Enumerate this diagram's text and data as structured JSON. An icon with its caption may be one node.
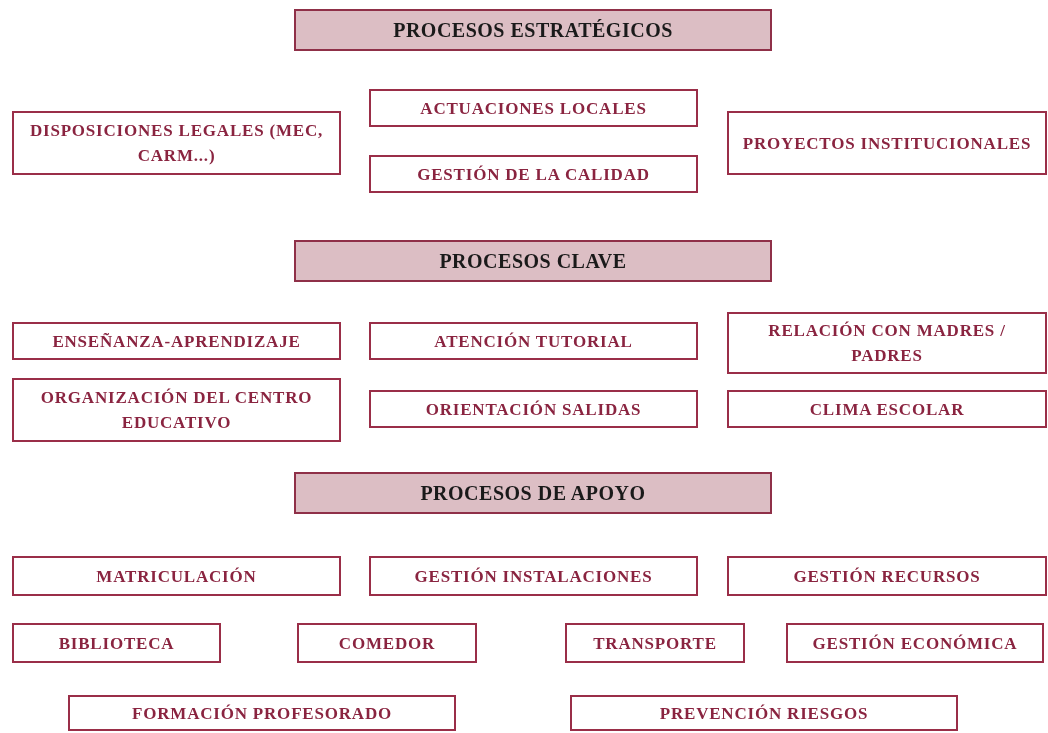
{
  "diagram": {
    "nodes": [
      {
        "text": [
          "PROCESOS ESTRATÉGICOS"
        ]
      },
      {
        "text": [
          "DISPOSICIONES LEGALES (MEC, CARM...)"
        ]
      },
      {
        "text": [
          "ACTUACIONES LOCALES"
        ]
      },
      {
        "text": [
          "GESTIÓN DE LA CALIDAD"
        ]
      },
      {
        "text": [
          "PROYECTOS INSTITUCIONALES"
        ]
      },
      {
        "text": [
          "PROCESOS CLAVE"
        ]
      },
      {
        "text": [
          "ENSEÑANZA-APRENDIZAJE"
        ]
      },
      {
        "text": [
          "ATENCIÓN TUTORIAL"
        ]
      },
      {
        "text": [
          "RELACIÓN CON MADRES / PADRES"
        ]
      },
      {
        "text": [
          "ORGANIZACIÓN DEL CENTRO EDUCATIVO"
        ]
      },
      {
        "text": [
          "ORIENTACIÓN SALIDAS"
        ]
      },
      {
        "text": [
          "CLIMA ESCOLAR"
        ]
      },
      {
        "text": [
          "PROCESOS DE APOYO"
        ]
      },
      {
        "text": [
          "MATRICULACIÓN"
        ]
      },
      {
        "text": [
          "GESTIÓN INSTALACIONES"
        ]
      },
      {
        "text": [
          "GESTIÓN RECURSOS"
        ]
      },
      {
        "text": [
          "BIBLIOTECA"
        ]
      },
      {
        "text": [
          "COMEDOR"
        ]
      },
      {
        "text": [
          "TRANSPORTE"
        ]
      },
      {
        "text": [
          "GESTIÓN ECONÓMICA"
        ]
      },
      {
        "text": [
          "FORMACIÓN PROFESORADO"
        ]
      },
      {
        "text": [
          "PREVENCIÓN RIESGOS"
        ]
      }
    ]
  }
}
